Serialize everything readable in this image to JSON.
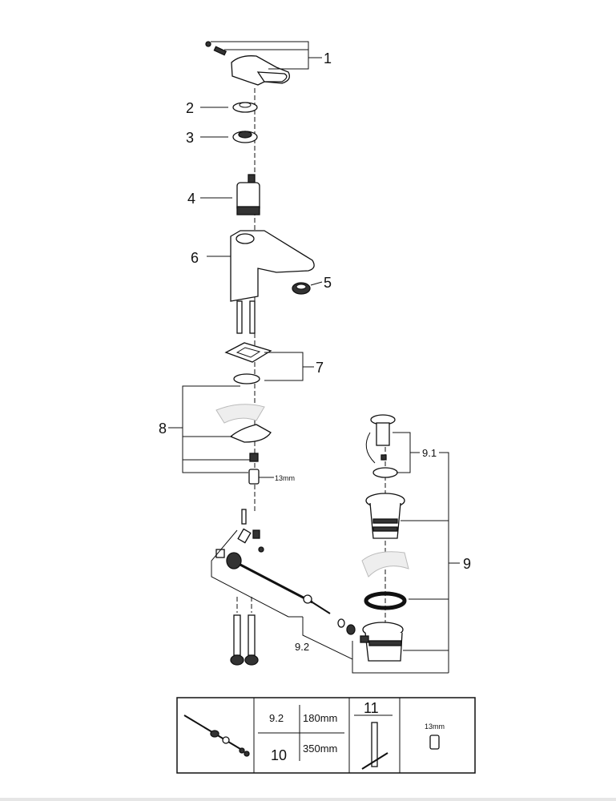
{
  "labels": {
    "p1": "1",
    "p2": "2",
    "p3": "3",
    "p4": "4",
    "p5": "5",
    "p6": "6",
    "p7": "7",
    "p8": "8",
    "p9": "9",
    "p9_1": "9.1",
    "p9_2": "9.2",
    "wrench_13": "13mm"
  },
  "table": {
    "r1_code": "9.2",
    "r1_len": "180mm",
    "r2_code": "10",
    "r2_len": "350mm",
    "tool_num": "11",
    "nut_size": "13mm"
  }
}
